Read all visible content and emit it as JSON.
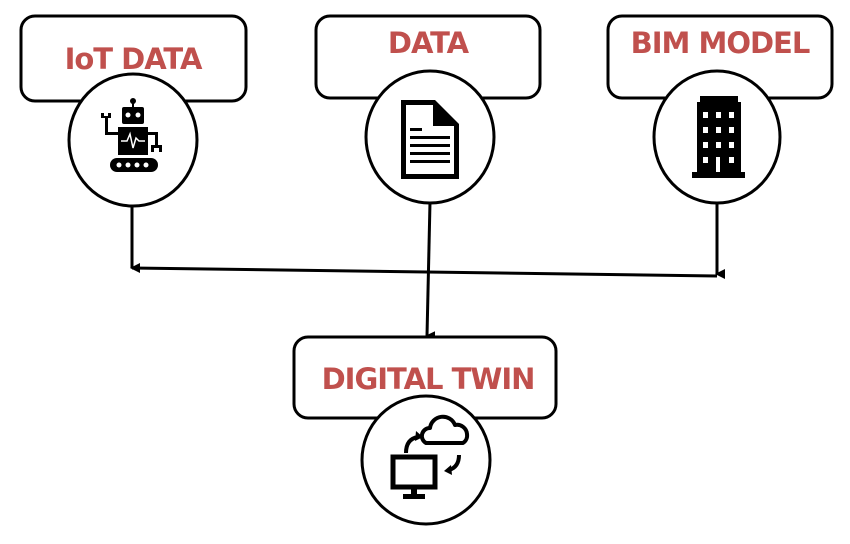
{
  "nodes": {
    "iot": {
      "label": "IoT DATA",
      "icon": "robot-icon"
    },
    "data": {
      "label": "DATA",
      "icon": "document-icon"
    },
    "bim": {
      "label": "BIM MODEL",
      "icon": "building-icon"
    },
    "twin": {
      "label": "DIGITAL TWIN",
      "icon": "cloud-sync-icon"
    }
  },
  "colors": {
    "label": "#c0504d",
    "stroke": "#000000"
  }
}
